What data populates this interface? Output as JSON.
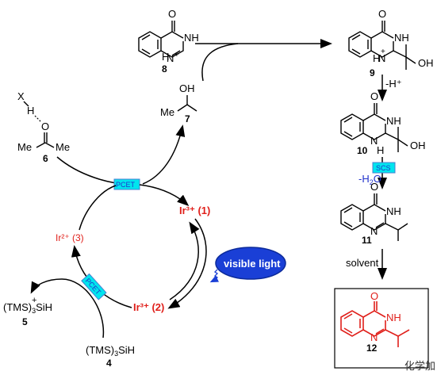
{
  "compounds": {
    "c8": {
      "number": "8",
      "carbonyl_o": "O",
      "nh": "NH",
      "n_plus": "N",
      "plus": "+",
      "h": "H"
    },
    "c9": {
      "number": "9",
      "carbonyl_o": "O",
      "nh": "NH",
      "n_radical": "N",
      "h": "H",
      "plus": "+",
      "oh": "OH"
    },
    "c10": {
      "number": "10",
      "carbonyl_o": "O",
      "nh": "NH",
      "n": "N",
      "h": "H",
      "oh": "OH"
    },
    "c11": {
      "number": "11",
      "carbonyl_o": "O",
      "nh": "NH",
      "n": "N"
    },
    "c12": {
      "number": "12",
      "carbonyl_o": "O",
      "nh": "NH",
      "n": "N"
    },
    "c7": {
      "number": "7",
      "oh": "OH",
      "me": "Me"
    },
    "c6": {
      "number": "6",
      "o": "O",
      "me_left": "Me",
      "me_right": "Me",
      "x": "X",
      "h": "H"
    },
    "c5": {
      "number": "5",
      "formula": "(TMS)",
      "sub": "3",
      "si": "SiH",
      "plus": "+"
    },
    "c4": {
      "number": "4",
      "formula": "(TMS)",
      "sub": "3",
      "si": "SiH"
    }
  },
  "catalyst": {
    "ir1": "Ir³⁺ (1)",
    "ir2": "Ir³⁺ (2)",
    "ir3": "Ir²⁺ (3)"
  },
  "labels": {
    "hplus": "-H⁺",
    "minus_h2o": "-H",
    "h2o_sub": "2",
    "h2o_o": "O",
    "solvent": "solvent",
    "visible_light": "visible light",
    "pcet_top": "PCET",
    "pcet_bottom": "PCET",
    "scs": "SCS"
  },
  "watermark": "化学加",
  "colors": {
    "product": "#e0201b",
    "tag": "#00e5ee",
    "light_ellipse": "#1a3fd6"
  }
}
